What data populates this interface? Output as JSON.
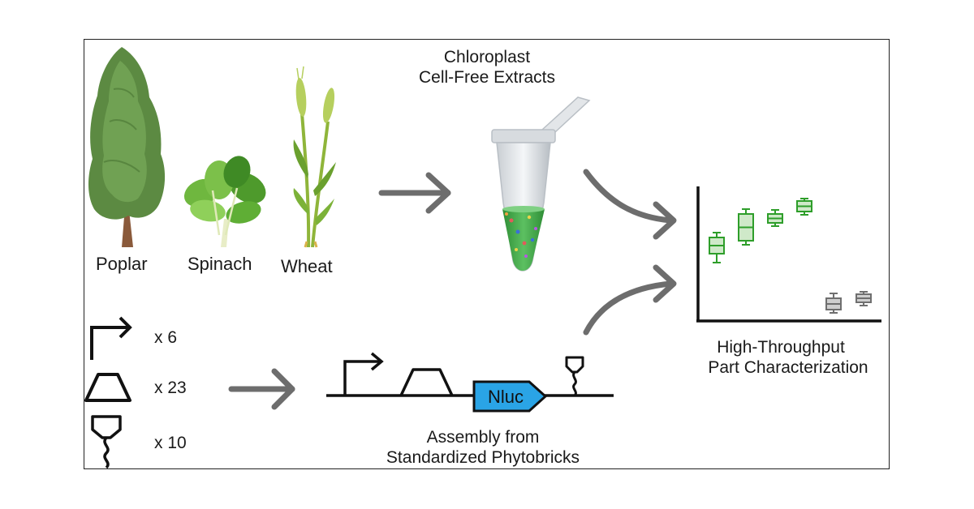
{
  "plants": [
    {
      "label": "Poplar"
    },
    {
      "label": "Spinach"
    },
    {
      "label": "Wheat"
    }
  ],
  "extract_label_line1": "Chloroplast",
  "extract_label_line2": "Cell-Free Extracts",
  "parts": [
    {
      "icon": "promoter-icon",
      "count": "x 6"
    },
    {
      "icon": "rbs-icon",
      "count": "x 23"
    },
    {
      "icon": "terminator-icon",
      "count": "x 10"
    }
  ],
  "reporter_label": "Nluc",
  "assembly_label_line1": "Assembly from",
  "assembly_label_line2": "Standardized Phytobricks",
  "result_label_line1": "High-Throughput",
  "result_label_line2": "Part Characterization",
  "colors": {
    "arrow": "#6d6d6d",
    "green_box": "#2e9e2a",
    "gray_box": "#6f6f6f",
    "nluc": "#2aa4e6",
    "extract_green": "#3fa646"
  }
}
